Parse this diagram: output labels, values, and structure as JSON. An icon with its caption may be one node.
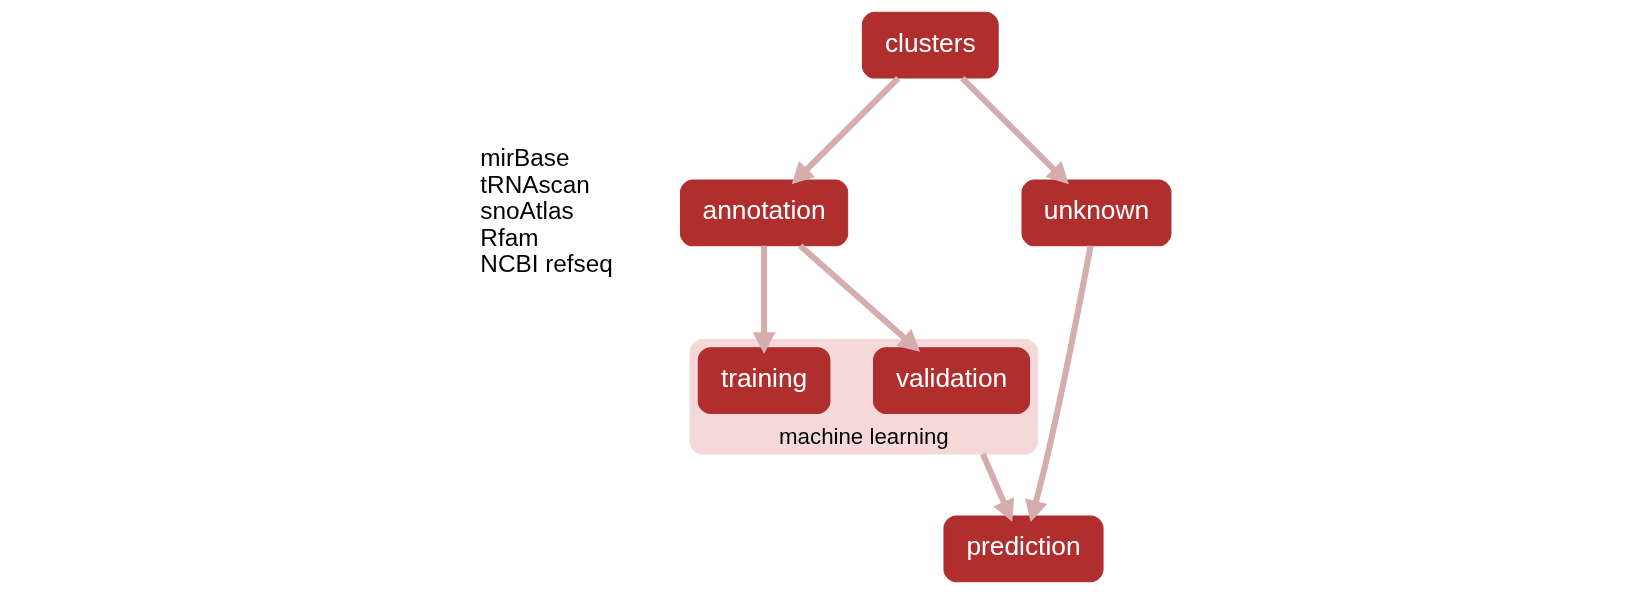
{
  "diagram": {
    "nodes": [
      {
        "text": [
          "clusters"
        ]
      },
      {
        "text": [
          "annotation"
        ]
      },
      {
        "text": [
          "unknown"
        ]
      },
      {
        "text": [
          "machine learning"
        ]
      },
      {
        "text": [
          "training"
        ],
        "in": 3
      },
      {
        "text": [
          "validation"
        ],
        "in": 3
      },
      {
        "text": [
          "prediction"
        ]
      }
    ],
    "edges": [
      {
        "from": 0,
        "to": 1,
        "arrow": "to"
      },
      {
        "from": 0,
        "to": 2,
        "arrow": "to"
      },
      {
        "from": 1,
        "to": 4,
        "arrow": "to"
      },
      {
        "from": 1,
        "to": 5,
        "arrow": "to"
      },
      {
        "from": 2,
        "to": 6,
        "arrow": "to"
      },
      {
        "from": 3,
        "to": 6,
        "arrow": "to"
      }
    ],
    "labels": [
      "mirBase",
      "tRNAscan",
      "snoAtlas",
      "Rfam",
      "NCBI refseq"
    ]
  }
}
